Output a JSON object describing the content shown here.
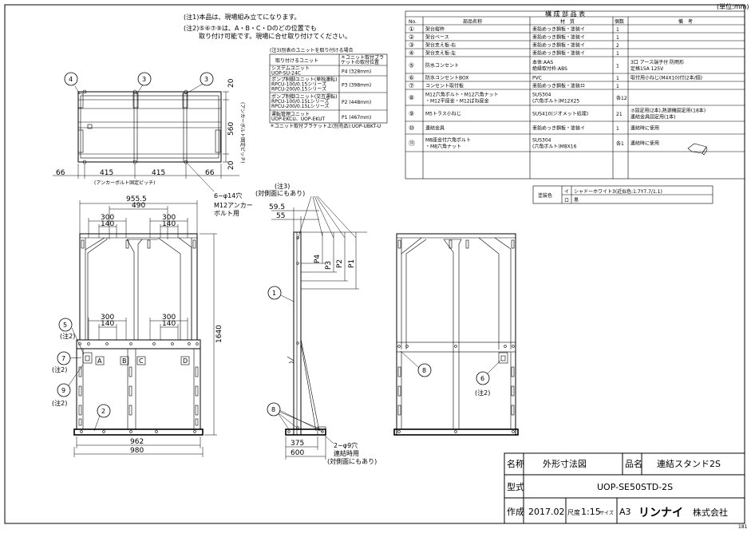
{
  "unit_label": "(単位:mm)",
  "page_number": "181",
  "notes": {
    "note1": "(注1)本品は、現場組み立てになります。",
    "note2_line1": "(注2)⑤⑥⑦⑨は、A・B・C・Dのどの位置でも",
    "note2_line2": "取り付け可能です。現場に合せ取り付けてください。",
    "note3": "(注3)",
    "note3_sub": "(対側面にもあり)"
  },
  "unit_table": {
    "title": "(注3)別表のユニットを取り付ける場合",
    "col_unit": "取り付けるユニット",
    "col_pos_line1": "＊ユニット取付ブラ",
    "col_pos_line2": "ケットの取付位置",
    "rows": [
      {
        "unit": [
          "システムユニット",
          "UOP-SU-24C"
        ],
        "pos": "P4 (328mm)"
      },
      {
        "unit": [
          "ポンプ制御ユニット(単独運転)",
          "RPCU-100/0.15シリーズ",
          "RPCU-200/0.15シリーズ"
        ],
        "pos": "P3 (398mm)"
      },
      {
        "unit": [
          "ポンプ制御ユニット(交互運転)",
          "RPCU-100/0.15Lシリーズ",
          "RPCU-200/0.15Lシリーズ"
        ],
        "pos": "P2 (448mm)"
      },
      {
        "unit": [
          "運転管理ユニット",
          "UOP-EKCU、UOP-EKUT"
        ],
        "pos": "P1 (467mm)"
      }
    ],
    "footnote": "＊ユニット取付ブラケット上(別売品):UOP-UBKT-U"
  },
  "parts_table": {
    "title": "構 成 部 品 表",
    "headers": {
      "no": "No.",
      "name": "部品名称",
      "material": "材　質",
      "qty": "個数",
      "remarks": "備　考"
    },
    "rows": [
      {
        "no": "①",
        "name": [
          "架台縦枠"
        ],
        "material": [
          "亜鉛めっき鋼板・塗装イ"
        ],
        "qty": "1",
        "remarks": []
      },
      {
        "no": "②",
        "name": [
          "架台ベース"
        ],
        "material": [
          "亜鉛めっき鋼板・塗装イ"
        ],
        "qty": "1",
        "remarks": []
      },
      {
        "no": "③",
        "name": [
          "架台支え板-右"
        ],
        "material": [
          "亜鉛めっき鋼板・塗装イ"
        ],
        "qty": "2",
        "remarks": []
      },
      {
        "no": "④",
        "name": [
          "架台支え板-左"
        ],
        "material": [
          "亜鉛めっき鋼板・塗装イ"
        ],
        "qty": "1",
        "remarks": []
      },
      {
        "no": "⑤",
        "name": [
          "防水コンセント"
        ],
        "material": [
          "本体:AAS",
          "絶縁取付枠:ABS"
        ],
        "qty": "1",
        "remarks": [
          "3口 アース端子付 防雨形",
          "定格15A 125V"
        ]
      },
      {
        "no": "⑥",
        "name": [
          "防水コンセントBOX"
        ],
        "material": [
          "PVC"
        ],
        "qty": "1",
        "remarks": [
          "取付用小ねじ(M4X10)付(2本/個)"
        ]
      },
      {
        "no": "⑦",
        "name": [
          "コンセント取付板"
        ],
        "material": [
          "亜鉛めっき鋼板・塗装ロ"
        ],
        "qty": "1",
        "remarks": []
      },
      {
        "no": "⑧",
        "name": [
          "M12六角ボルト・M12六角ナット",
          "・M12平座金・M12ばね座金"
        ],
        "material": [
          "SUS304",
          "(六角ボルト)M12X25"
        ],
        "qty": "各12",
        "remarks": []
      },
      {
        "no": "⑨",
        "name": [
          "M5トラス小ねじ"
        ],
        "material": [
          "SUS410(ジオメット処理)"
        ],
        "qty": "21",
        "remarks": [
          "⑦固定用(2本),熱源機固定用(18本)",
          "連結金具固定用(1本)"
        ]
      },
      {
        "no": "⑩",
        "name": [
          "連結金具"
        ],
        "material": [
          "亜鉛めっき鋼板・塗装イ"
        ],
        "qty": "1",
        "remarks": [
          "連結時に使用"
        ]
      },
      {
        "no": "⑪",
        "name": [
          "M8座金付六角ボルト",
          "・M8六角ナット"
        ],
        "material": [
          "SUS304",
          "(六角ボルト)M8X16"
        ],
        "qty": "各1",
        "remarks": [
          "連結時に使用"
        ]
      }
    ]
  },
  "color_table": {
    "label": "塗装色",
    "rows": [
      {
        "code": "イ",
        "color": "シャドーホワイト3(近似色:1.7Y7.7/1.1)"
      },
      {
        "code": "ロ",
        "color": "黒"
      }
    ]
  },
  "dimensions": {
    "top_66_left": "66",
    "top_415_left": "415",
    "top_415_right": "415",
    "top_66_right": "66",
    "top_560": "560",
    "top_20_a": "20",
    "top_20_b": "20",
    "anchor_pitch_v": "(アンカーボルト固定ピッチ)",
    "anchor_pitch_h": "(アンカーボルト固定ピッチ)",
    "hole_6": "6−φ14穴",
    "hole_6_sub1": "M12アンカー",
    "hole_6_sub2": "ボルト用",
    "front_955": "955.5",
    "front_490": "490",
    "front_300a": "300",
    "front_140a": "140",
    "front_300b": "300",
    "front_140b": "140",
    "front_300c": "300",
    "front_140c": "140",
    "front_300d": "300",
    "front_140d": "140",
    "front_1640": "1640",
    "front_962": "962",
    "front_980": "980",
    "side_59": "59.5",
    "side_55": "55",
    "side_p4": "P4",
    "side_p3": "P3",
    "side_p2": "P2",
    "side_p1": "P1",
    "side_375": "375",
    "side_600": "600",
    "side_hole": "2−φ9穴",
    "side_hole_sub1": "連結時用",
    "side_hole_sub2": "(対側面にもあり)"
  },
  "position_labels": {
    "a": "A",
    "b": "B",
    "c": "C",
    "d": "D"
  },
  "callouts": {
    "c1": "1",
    "c2": "2",
    "c3a": "3",
    "c3b": "3",
    "c4": "4",
    "c5": "5",
    "c6": "6",
    "c7": "7",
    "c8a": "8",
    "c8b": "8",
    "c9": "9"
  },
  "note_refs": {
    "n5": "(注2)",
    "n7": "(注2)",
    "n9": "(注2)",
    "n6": "(注2)"
  },
  "title_block": {
    "label_name": "名称",
    "name": "外形寸法図",
    "label_product": "品名",
    "product": "連結スタンド2S",
    "label_model": "型式",
    "model": "UOP-SE50STD-2S",
    "label_date": "作成",
    "date": "2017.02",
    "label_scale": "尺度",
    "scale": "1:15",
    "label_size": "サイズ",
    "size": "A3",
    "company_logo": "リンナイ",
    "company_suffix": "株式会社"
  }
}
